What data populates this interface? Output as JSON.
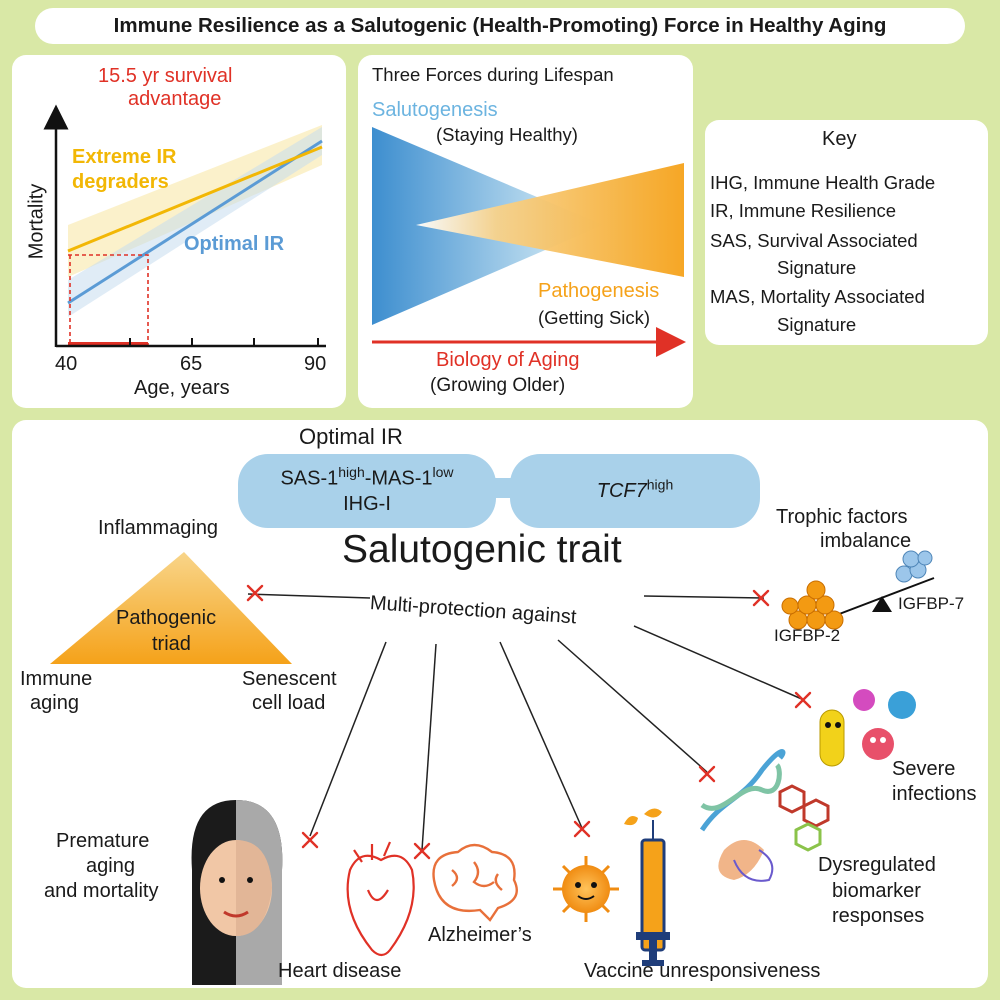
{
  "title": "Immune Resilience as a Salutogenic (Health-Promoting) Force in Healthy Aging",
  "panel_mortality": {
    "advantage_line1": "15.5 yr survival",
    "advantage_line2": "advantage",
    "degraders_line1": "Extreme IR",
    "degraders_line2": "degraders",
    "optimal_label": "Optimal IR",
    "ylabel": "Mortality",
    "xlabel": "Age, years",
    "ticks": [
      "40",
      "65",
      "90"
    ]
  },
  "panel_forces": {
    "heading": "Three Forces during Lifespan",
    "saluto": "Salutogenesis",
    "saluto_sub": "(Staying Healthy)",
    "patho": "Pathogenesis",
    "patho_sub": "(Getting Sick)",
    "aging": "Biology of Aging",
    "aging_sub": "(Growing Older)"
  },
  "key": {
    "heading": "Key",
    "items": [
      "IHG, Immune Health Grade",
      "IR, Immune Resilience",
      "SAS, Survival Associated",
      "Signature",
      "MAS, Mortality Associated",
      "Signature"
    ]
  },
  "bottom": {
    "optimal_ir": "Optimal IR",
    "pill_left": {
      "sas": "SAS-1",
      "high": "high",
      "mas": "-MAS-1",
      "low": "low",
      "ihg": "IHG-I"
    },
    "pill_right": {
      "gene": "TCF7",
      "sup": "high"
    },
    "trait": "Salutogenic trait",
    "multi": "Multi-protection against",
    "triad": {
      "top": "Inflammaging",
      "center1": "Pathogenic",
      "center2": "triad",
      "left1": "Immune",
      "left2": "aging",
      "right1": "Senescent",
      "right2": "cell load"
    },
    "trophic1": "Trophic factors",
    "trophic2": "imbalance",
    "igfbp7": "IGFBP-7",
    "igfbp2": "IGFBP-2",
    "severe1": "Severe",
    "severe2": "infections",
    "dysreg1": "Dysregulated",
    "dysreg2": "biomarker",
    "dysreg3": "responses",
    "premature1": "Premature",
    "premature2": "aging",
    "premature3": "and mortality",
    "heart": "Heart disease",
    "alz": "Alzheimer’s",
    "vaccine": "Vaccine unresponsiveness"
  },
  "colors": {
    "background": "#d9e8a6",
    "red": "#e03126",
    "blue": "#5b9bd5",
    "gold": "#f2b705",
    "orange": "#f5a21a",
    "pill": "#a9d1ea"
  }
}
